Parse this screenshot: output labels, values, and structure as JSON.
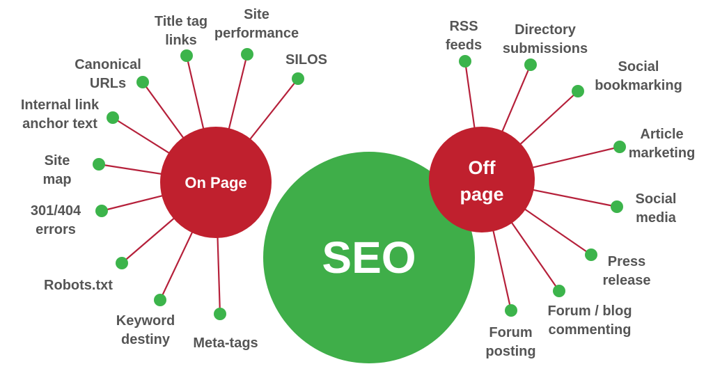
{
  "center": {
    "label": "SEO"
  },
  "on_page": {
    "label": "On Page",
    "items": [
      {
        "label": "Title tag\nlinks"
      },
      {
        "label": "Site\nperformance"
      },
      {
        "label": "SILOS"
      },
      {
        "label": "Canonical\nURLs"
      },
      {
        "label": "Internal link\nanchor text"
      },
      {
        "label": "Site\nmap"
      },
      {
        "label": "301/404\nerrors"
      },
      {
        "label": "Robots.txt"
      },
      {
        "label": "Keyword\ndestiny"
      },
      {
        "label": "Meta-tags"
      }
    ]
  },
  "off_page": {
    "label": "Off\npage",
    "items": [
      {
        "label": "RSS\nfeeds"
      },
      {
        "label": "Directory\nsubmissions"
      },
      {
        "label": "Social\nbookmarking"
      },
      {
        "label": "Article\nmarketing"
      },
      {
        "label": "Social\nmedia"
      },
      {
        "label": "Press\nrelease"
      },
      {
        "label": "Forum / blog\ncommenting"
      },
      {
        "label": "Forum\nposting"
      }
    ]
  },
  "colors": {
    "center_fill": "#3fae49",
    "hub_fill": "#c0202e",
    "spoke_line": "#b5203a",
    "dot_fill": "#3cb44b",
    "label_text": "#555555",
    "circle_text": "#ffffff"
  }
}
